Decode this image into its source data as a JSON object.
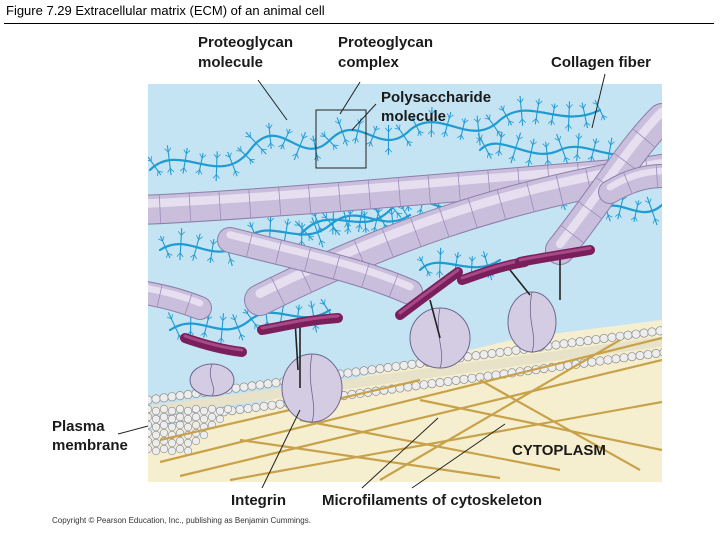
{
  "title": "Figure 7.29  Extracellular matrix (ECM) of an animal cell",
  "labels": {
    "proteoglycan_molecule": [
      "Proteoglycan",
      "molecule"
    ],
    "proteoglycan_complex": [
      "Proteoglycan",
      "complex"
    ],
    "collagen_fiber": "Collagen fiber",
    "polysaccharide_molecule": [
      "Polysaccharide",
      "molecule"
    ],
    "plasma_membrane": [
      "Plasma",
      "membrane"
    ],
    "cytoplasm": "CYTOPLASM",
    "integrin": "Integrin",
    "microfilaments": "Microfilaments of cytoskeleton"
  },
  "copyright": "Copyright © Pearson Education, Inc., publishing as Benjamin Cummings.",
  "colors": {
    "extracellular": "#c5e4f3",
    "cytoplasm": "#f6efcf",
    "collagen": "#c9bedc",
    "proteoglycan": "#1f9bd3",
    "fibronectin": "#7b1f5c",
    "integrin": "#d3cce3",
    "membrane_head": "#ededed",
    "microfilament": "#c8a24a"
  }
}
